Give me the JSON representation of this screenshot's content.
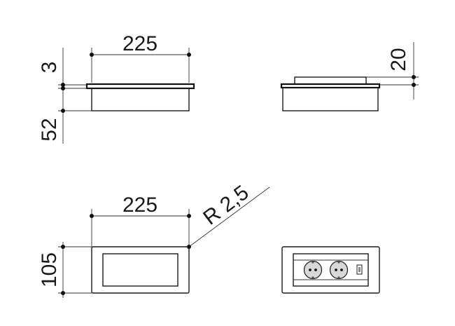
{
  "views": {
    "front": {
      "width_label": "225",
      "lid_label": "3",
      "height_label": "52"
    },
    "side": {
      "raised_label": "20"
    },
    "top": {
      "width_label": "225",
      "radius_label": "R 2,5",
      "depth_label": "105"
    },
    "bottom_right": {
      "outlet_count": 2,
      "has_switch": true
    }
  },
  "colors": {
    "line": "#1a1a1a",
    "background": "#ffffff",
    "outlet_fill": "#d8d8d8"
  }
}
